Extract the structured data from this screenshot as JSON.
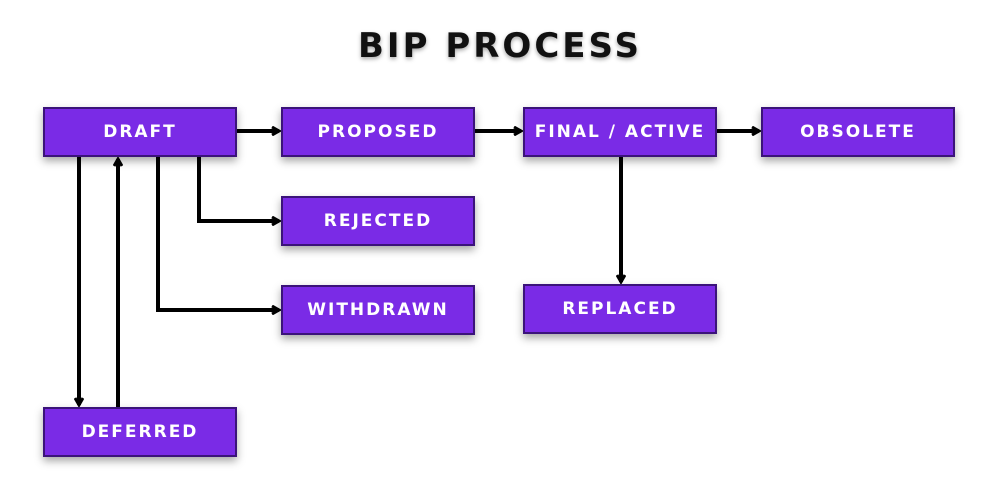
{
  "title": "BIP PROCESS",
  "colors": {
    "box_fill": "#7a2be6",
    "box_border": "#3b137a",
    "box_text": "#ffffff",
    "arrow": "#000000"
  },
  "nodes": {
    "draft": "DRAFT",
    "proposed": "PROPOSED",
    "final_active": "FINAL / ACTIVE",
    "obsolete": "OBSOLETE",
    "rejected": "REJECTED",
    "withdrawn": "WITHDRAWN",
    "replaced": "REPLACED",
    "deferred": "DEFERRED"
  },
  "edges": [
    {
      "from": "draft",
      "to": "proposed"
    },
    {
      "from": "proposed",
      "to": "final_active"
    },
    {
      "from": "final_active",
      "to": "obsolete"
    },
    {
      "from": "draft",
      "to": "rejected"
    },
    {
      "from": "draft",
      "to": "withdrawn"
    },
    {
      "from": "final_active",
      "to": "replaced"
    },
    {
      "from": "draft",
      "to": "deferred"
    },
    {
      "from": "deferred",
      "to": "draft"
    }
  ]
}
